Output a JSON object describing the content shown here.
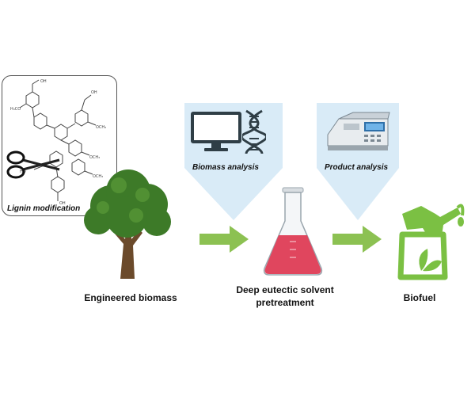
{
  "labels": {
    "lignin_modification": "Lignin modification",
    "biomass_analysis": "Biomass analysis",
    "product_analysis": "Product analysis",
    "engineered_biomass": "Engineered biomass",
    "pretreatment_line1": "Deep eutectic solvent",
    "pretreatment_line2": "pretreatment",
    "biofuel": "Biofuel"
  },
  "icons": {
    "scissors": "scissors-icon",
    "tree": "tree-icon",
    "computer": "computer-monitor-icon",
    "dna": "dna-icon",
    "flask": "erlenmeyer-flask-icon",
    "spectrophotometer": "spectrophotometer-icon",
    "fuel_nozzle": "fuel-nozzle-leaf-icon"
  },
  "colors": {
    "panel_blue": "#d9ebf7",
    "arrow_green": "#8cc152",
    "fuel_green": "#7bc043",
    "liquid_red": "#e0465e",
    "tree_green": "#3d7a28",
    "trunk_brown": "#6b4a2b"
  }
}
